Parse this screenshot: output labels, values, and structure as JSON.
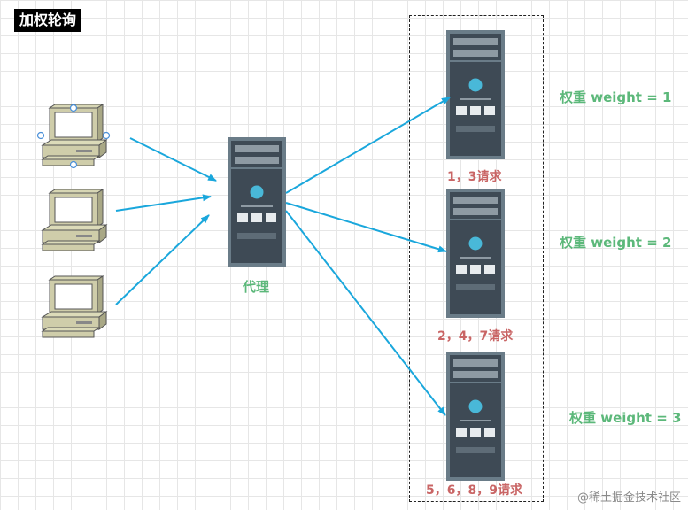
{
  "title": "加权轮询",
  "proxy": {
    "label": "代理"
  },
  "servers": [
    {
      "weight_label": "权重 weight = 1",
      "requests_label": "1，3请求"
    },
    {
      "weight_label": "权重 weight = 2",
      "requests_label": "2，4，7请求"
    },
    {
      "weight_label": "权重 weight = 3",
      "requests_label": "5，6，8，9请求"
    }
  ],
  "watermark": "@稀土掘金技术社区",
  "colors": {
    "arrow": "#1aa7dc",
    "server_body": "#3e4a55",
    "server_frame": "#6a7c88",
    "label_green": "#5cb87a",
    "label_red": "#c96565"
  }
}
